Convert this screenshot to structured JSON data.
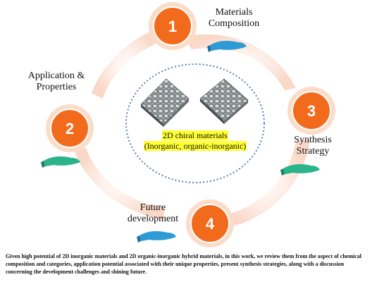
{
  "steps": [
    {
      "number": "1",
      "label_line1": "Materials",
      "label_line2": "Composition"
    },
    {
      "number": "2",
      "label_line1": "Application &",
      "label_line2": "Properties"
    },
    {
      "number": "3",
      "label_line1": "Synthesis",
      "label_line2": "Strategy"
    },
    {
      "number": "4",
      "label_line1": "Future",
      "label_line2": "development"
    }
  ],
  "center": {
    "line1": "2D chiral materials",
    "line2": "(Inorganic, organic-inorganic)"
  },
  "caption": "Given high potential of 2D inorganic materials and 2D organic-inorganic hybrid materials, in this work, we review them from the aspect of chemical composition and categories, application potential associated with their unique properties, present synthesis strategies, along with a discussion concerning the development challenges and shining future.",
  "colors": {
    "circle": "#f26b1d",
    "ring": "#fbdcc9",
    "hand": "#2f9bd6",
    "dotted": "#5a7fb0",
    "highlight": "#ffff33",
    "swirl": "#f6c6b0"
  }
}
